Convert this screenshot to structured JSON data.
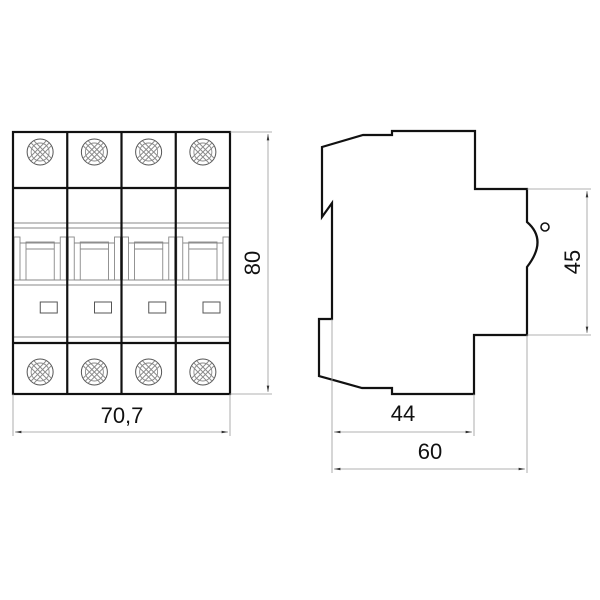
{
  "front_view": {
    "poles": 4,
    "width_label": "70,7",
    "height_label": "80"
  },
  "side_view": {
    "depth_44_label": "44",
    "depth_60_label": "60",
    "rail_height_label": "45"
  },
  "colors": {
    "outline": "#111111",
    "dimension": "#999999"
  }
}
